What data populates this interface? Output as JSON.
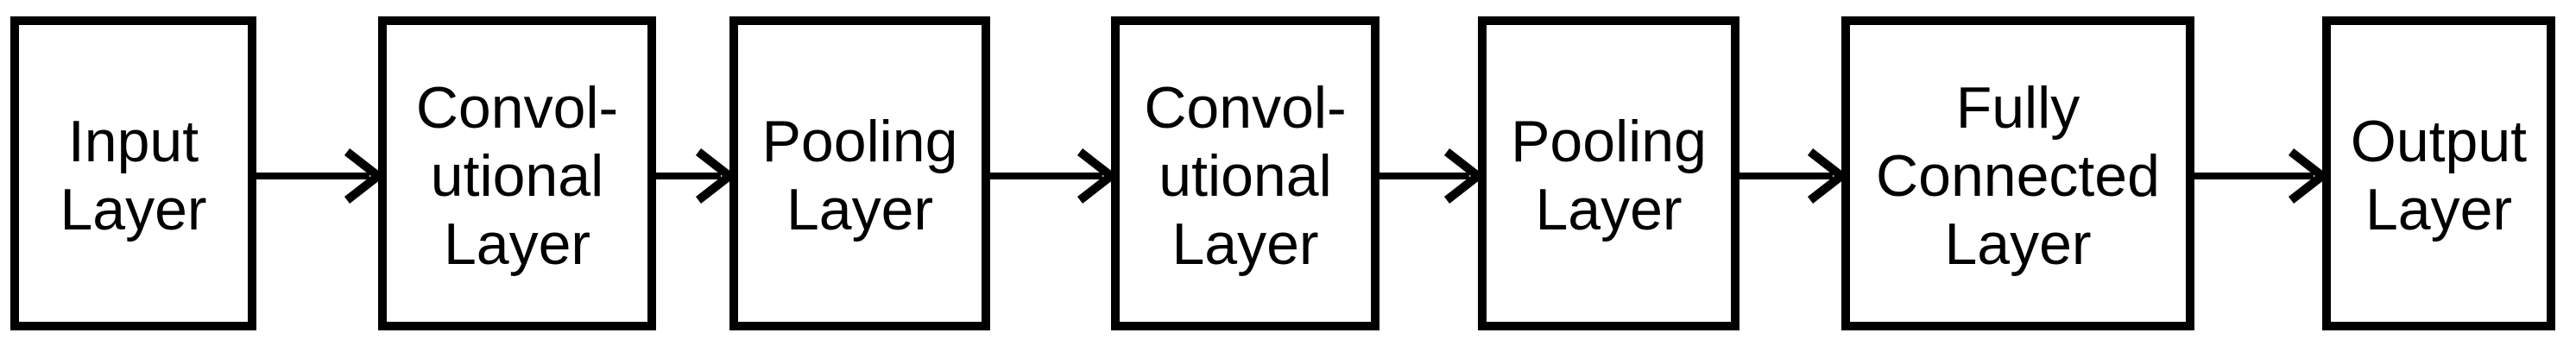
{
  "diagram": {
    "type": "flowchart",
    "direction": "left-to-right",
    "nodes": [
      {
        "id": "input-layer",
        "label": "Input\nLayer"
      },
      {
        "id": "convolutional-layer-1",
        "label": "Convol-\nutional\nLayer"
      },
      {
        "id": "pooling-layer-1",
        "label": "Pooling\nLayer"
      },
      {
        "id": "convolutional-layer-2",
        "label": "Convol-\nutional\nLayer"
      },
      {
        "id": "pooling-layer-2",
        "label": "Pooling\nLayer"
      },
      {
        "id": "fully-connected-layer",
        "label": "Fully\nConnected\nLayer"
      },
      {
        "id": "output-layer",
        "label": "Output\nLayer"
      }
    ],
    "edges": [
      {
        "from": "input-layer",
        "to": "convolutional-layer-1",
        "direction": "right"
      },
      {
        "from": "convolutional-layer-1",
        "to": "pooling-layer-1",
        "direction": "right"
      },
      {
        "from": "pooling-layer-1",
        "to": "convolutional-layer-2",
        "direction": "right"
      },
      {
        "from": "convolutional-layer-2",
        "to": "pooling-layer-2",
        "direction": "right"
      },
      {
        "from": "pooling-layer-2",
        "to": "fully-connected-layer",
        "direction": "right"
      },
      {
        "from": "fully-connected-layer",
        "to": "output-layer",
        "direction": "right"
      }
    ],
    "colors": {
      "background": "#ffffff",
      "node_fill": "#ffffff",
      "node_border": "#000000",
      "text": "#000000",
      "arrow": "#000000"
    }
  }
}
